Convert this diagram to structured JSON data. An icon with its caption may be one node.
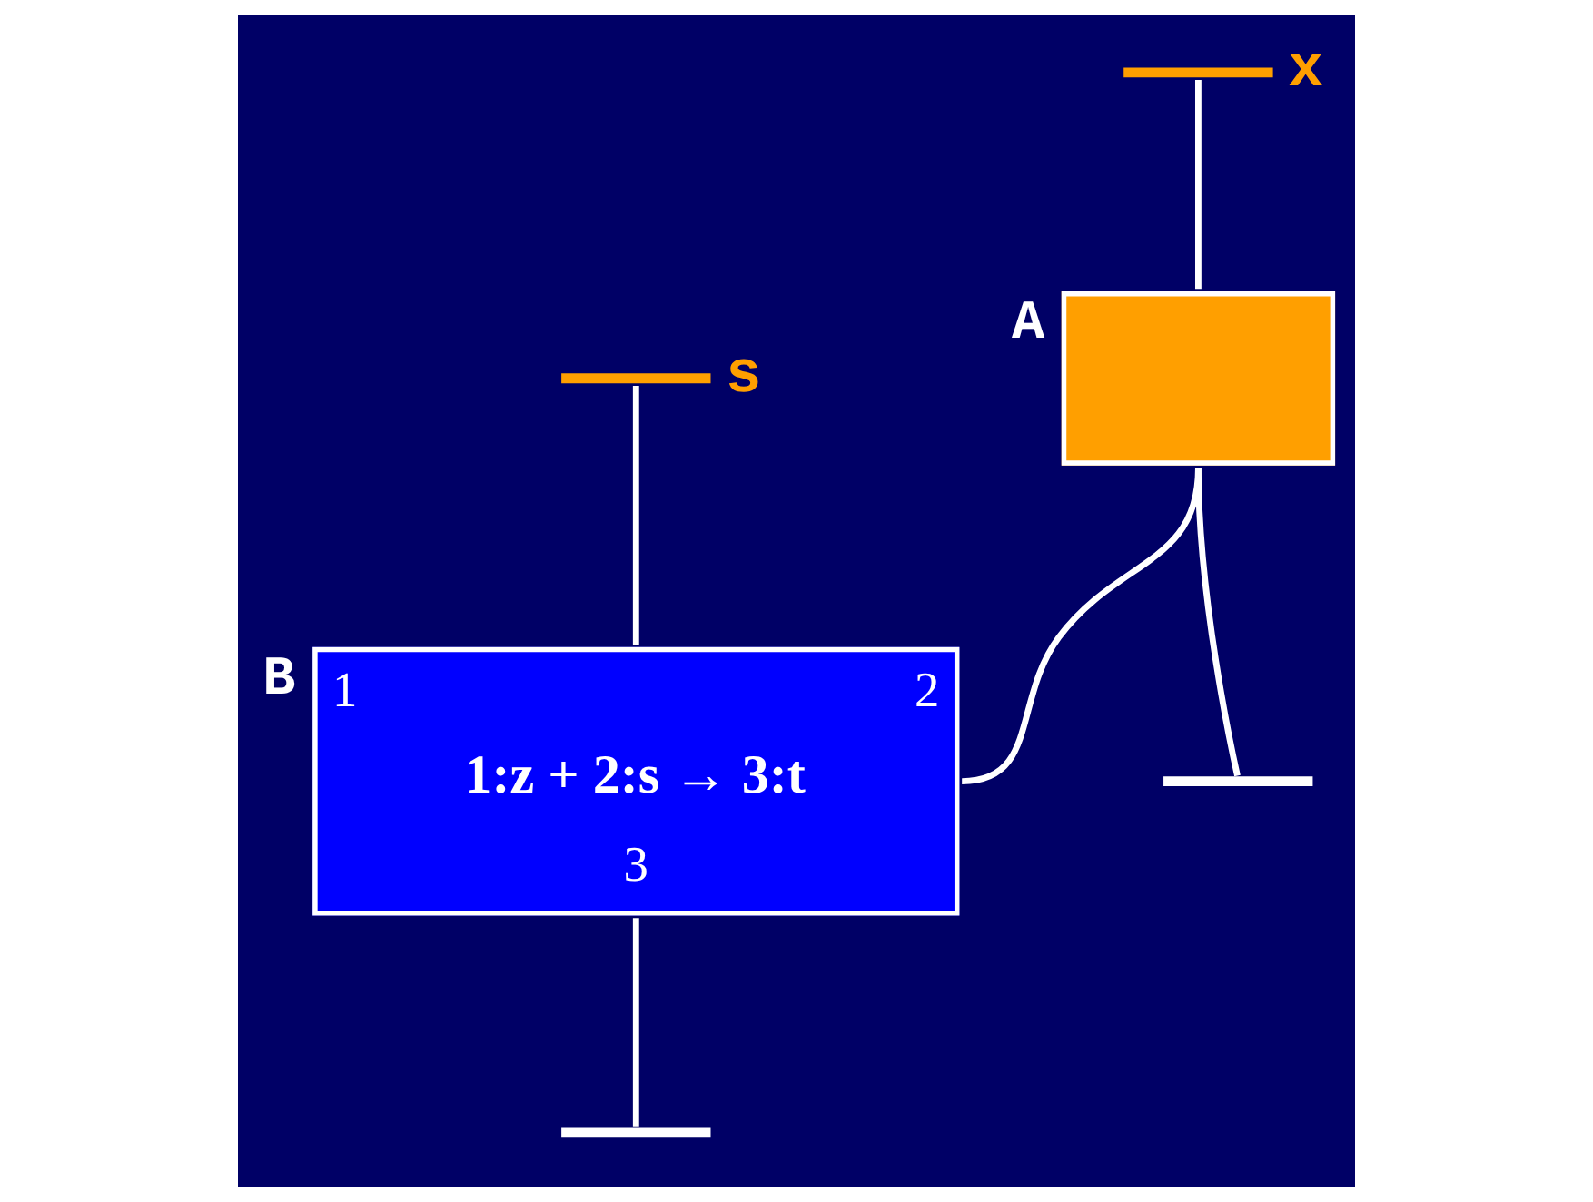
{
  "diagram": {
    "nodes": [
      {
        "text": [
          "A"
        ]
      },
      {
        "text": [],
        "shape": "bar",
        "beside": [
          "x"
        ]
      },
      {
        "text": [],
        "shape": "bar"
      },
      {
        "text": [
          "B",
          "1",
          "2",
          "1:z + 2:s → 3:t",
          "3"
        ]
      },
      {
        "text": [],
        "shape": "bar",
        "beside": [
          "s"
        ]
      },
      {
        "text": [],
        "shape": "bar"
      }
    ],
    "edges": [
      {
        "from": 0,
        "to": 1,
        "arrow": "none"
      },
      {
        "from": 0,
        "to": 2,
        "arrow": "none"
      },
      {
        "from": 0,
        "to": 3,
        "arrow": "none"
      },
      {
        "from": 3,
        "to": 4,
        "arrow": "none"
      },
      {
        "from": 3,
        "to": 5,
        "arrow": "none"
      }
    ]
  }
}
